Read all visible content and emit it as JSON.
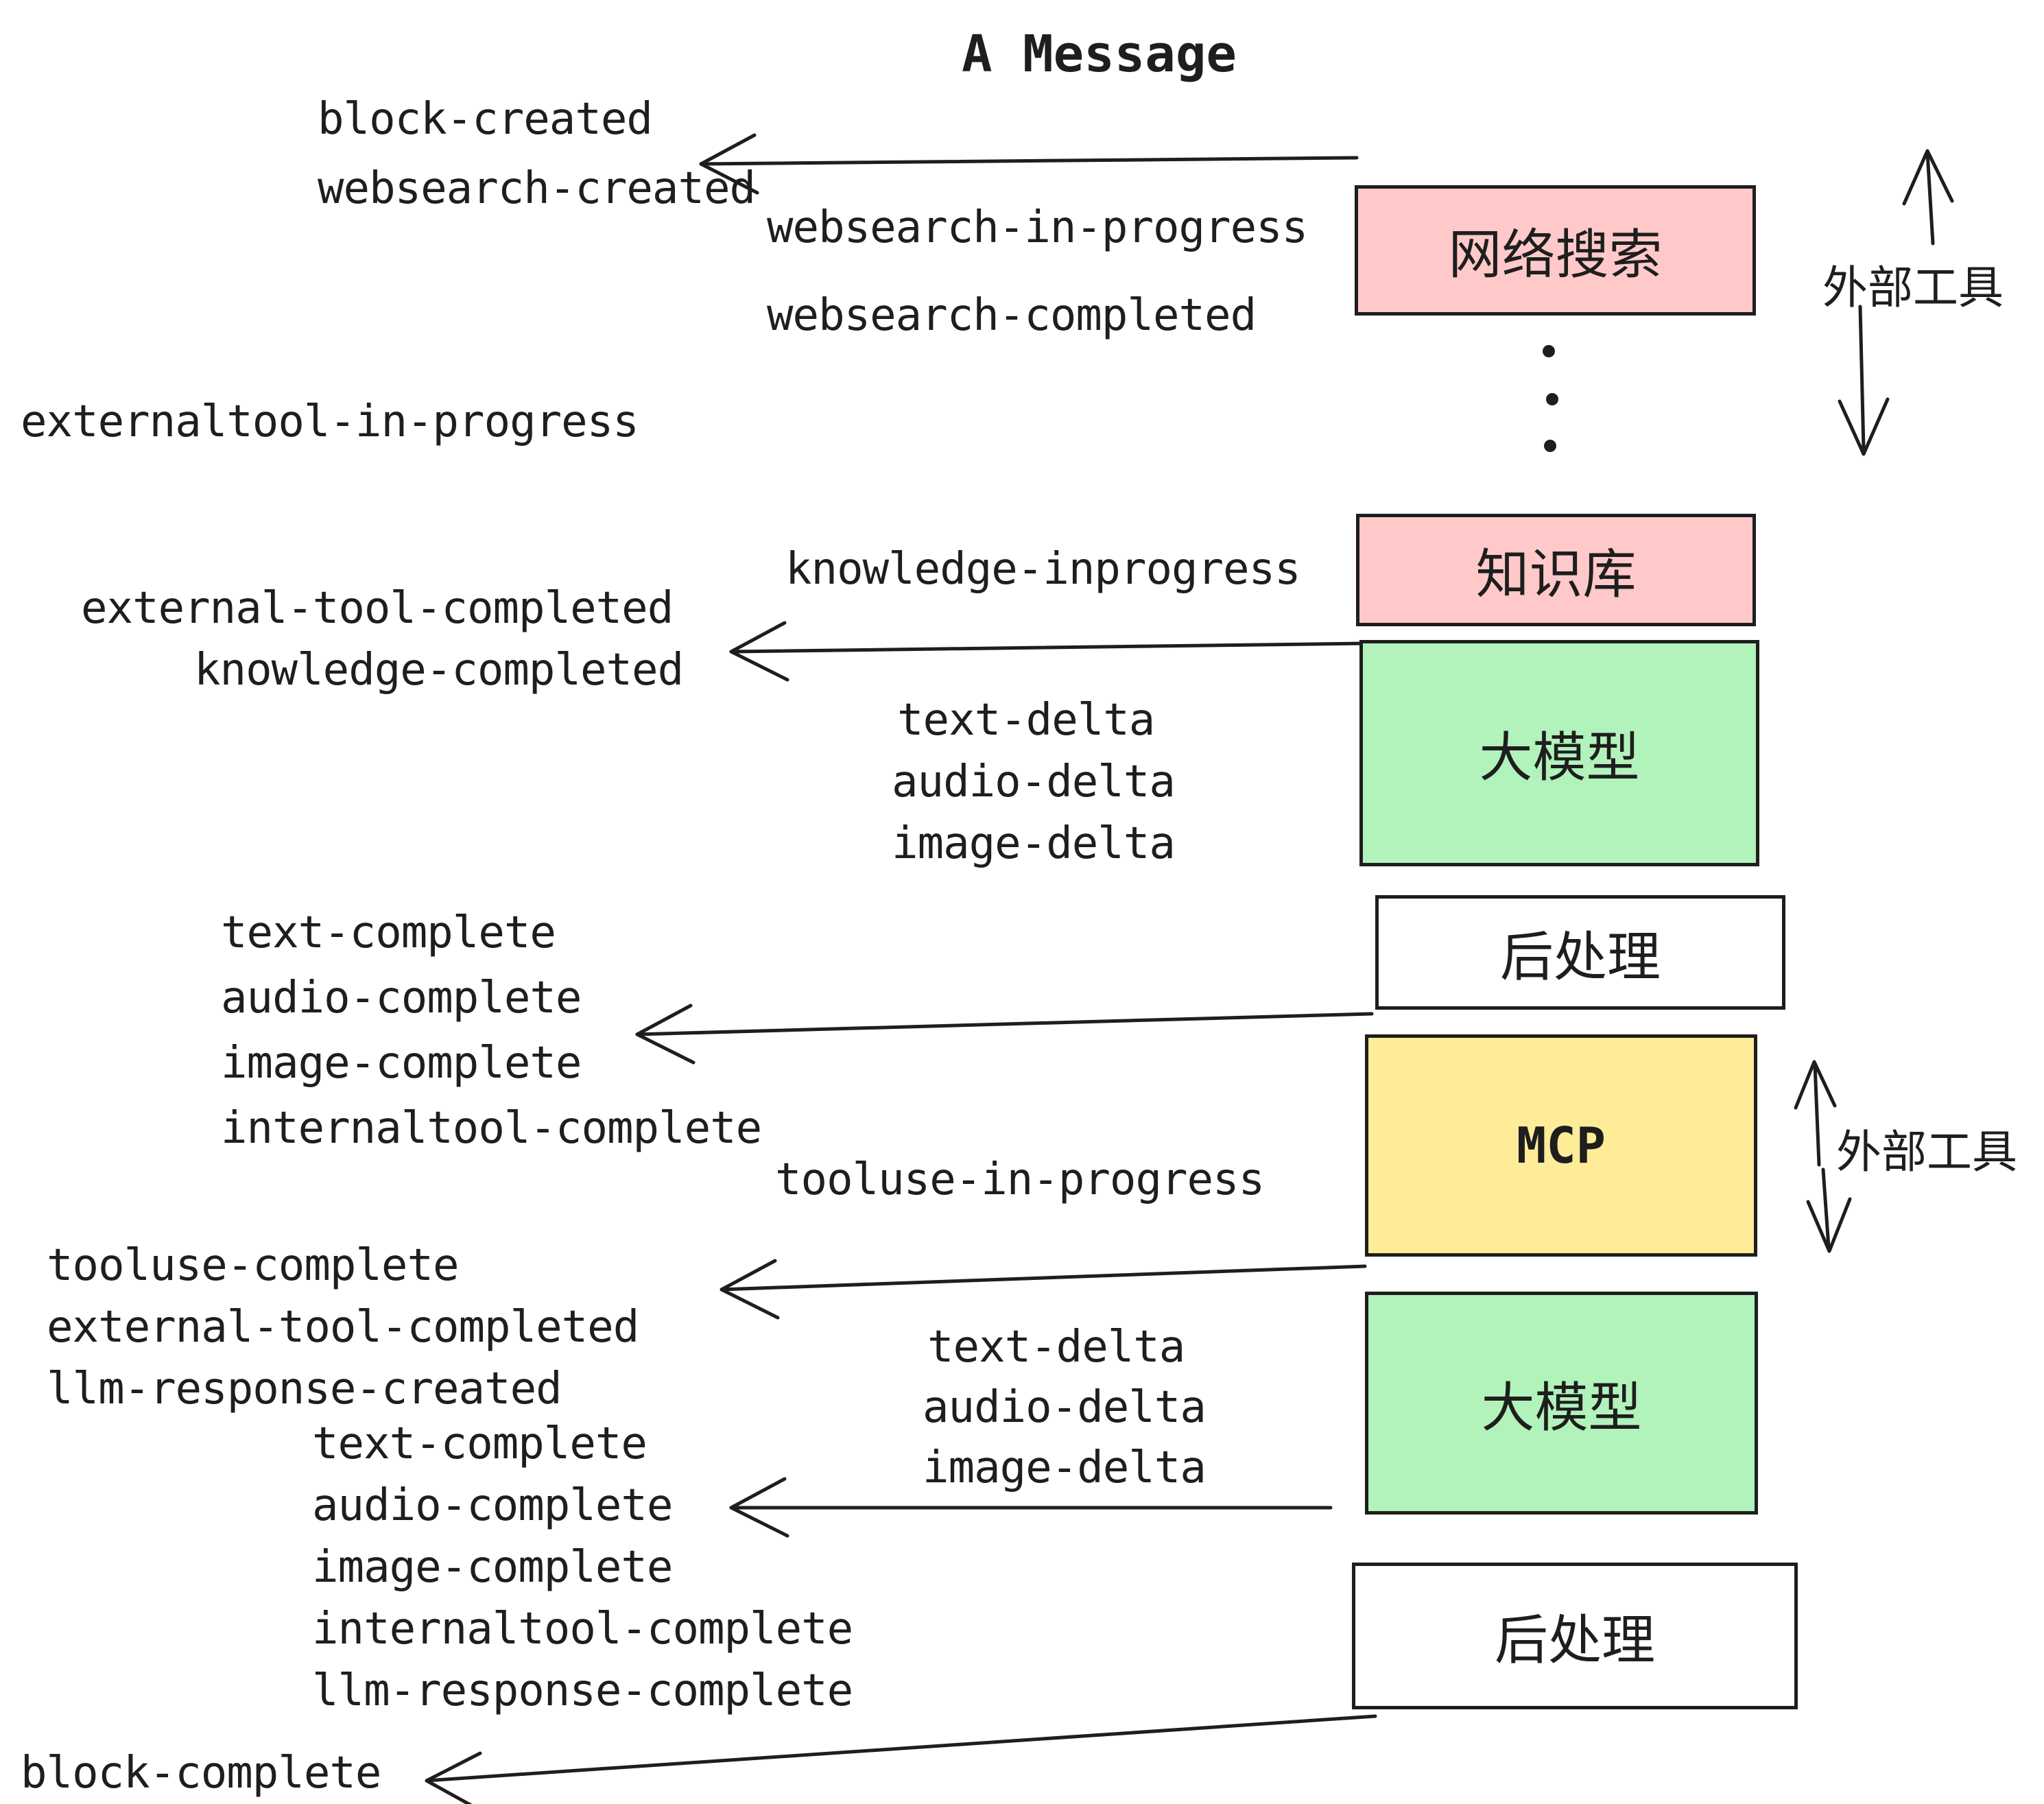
{
  "title": "A Message",
  "events": {
    "block_created": "block-created",
    "websearch_created": "websearch-created",
    "websearch_in_progress": "websearch-in-progress",
    "websearch_completed": "websearch-completed",
    "externaltool_in_progress": "externaltool-in-progress",
    "knowledge_inprogress": "knowledge-inprogress",
    "external_tool_completed_1": "external-tool-completed",
    "knowledge_completed": "knowledge-completed",
    "text_delta_1": "text-delta",
    "audio_delta_1": "audio-delta",
    "image_delta_1": "image-delta",
    "text_complete_1": "text-complete",
    "audio_complete_1": "audio-complete",
    "image_complete_1": "image-complete",
    "internaltool_complete_1": "internaltool-complete",
    "tooluse_in_progress": "tooluse-in-progress",
    "tooluse_complete": "tooluse-complete",
    "external_tool_completed_2": "external-tool-completed",
    "llm_response_created": "llm-response-created",
    "text_complete_2": "text-complete",
    "audio_complete_2": "audio-complete",
    "image_complete_2": "image-complete",
    "internaltool_complete_2": "internaltool-complete",
    "llm_response_complete": "llm-response-complete",
    "block_complete": "block-complete",
    "text_delta_2": "text-delta",
    "audio_delta_2": "audio-delta",
    "image_delta_2": "image-delta"
  },
  "boxes": [
    {
      "id": "websearch",
      "label": "网络搜索",
      "fill": "#ffc9c9"
    },
    {
      "id": "knowledge",
      "label": "知识库",
      "fill": "#ffc9c9"
    },
    {
      "id": "llm-1",
      "label": "大模型",
      "fill": "#b2f2bb"
    },
    {
      "id": "postprocess-1",
      "label": "后处理",
      "fill": "#ffffff"
    },
    {
      "id": "mcp",
      "label": "MCP",
      "fill": "#ffec99"
    },
    {
      "id": "llm-2",
      "label": "大模型",
      "fill": "#b2f2bb"
    },
    {
      "id": "postprocess-2",
      "label": "后处理",
      "fill": "#ffffff"
    }
  ],
  "side_labels": {
    "external_tools_top": "外部工具",
    "external_tools_bottom": "外部工具"
  },
  "colors": {
    "pink": "#ffc9c9",
    "green": "#b2f2bb",
    "yellow": "#ffec99",
    "white": "#ffffff",
    "ink": "#1e1e1e",
    "background": "#ffffff"
  }
}
